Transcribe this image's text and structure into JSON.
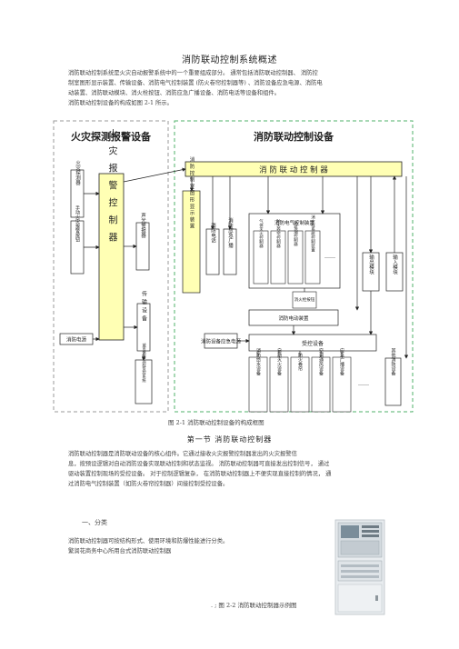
{
  "doc": {
    "title": "消防联动控制系统概述",
    "intro_lines": [
      "消防联动控制系统是火灾自动报警系统中的一个重要组成部分。    通常包括消防联动控制器、    消防控",
      "制室图形显示装置、传输设备、消防电气控制装置  (防火卷帘控制器等)         、消防设备应急电源、消防电",
      "动装置、消防联动模块、消火栓按钮、消防应急广播设备、消防电话等设备和组件。",
      "消防联动控制设备的构成如图      2-1  所示。"
    ],
    "figure1_caption": "图 2-1  消防联动控制设备的构成框图",
    "section_title": "第一节    消防联动控制器",
    "section_lines": [
      "消防联动控制器是消防联动设备的核心组件。它通过接收火灾报警控制器发出的火灾报警信",
      "息，按预设逻辑对自动消防设备实现联动控制和状态监视。        消防联动控制器可直接发出控制信号，        通过",
      "驱动装置控制现场的受控设备。      对于控制逻辑复杂，    在消防联动控制器上不便实现直接控制的情况，        通",
      "过消防电气控制装置（如防火卷帘控制器）间接控制受控设备。"
    ],
    "subsection_title": "一、分类",
    "class_lines": [
      "消防联动控制器可按结构形式、使用环境和防爆性能进行分类。",
      "繁润花商务中心所用台式消防联动控制器"
    ],
    "figure2_caption": ". ;  图  2-2  消防联动控制器示例图"
  },
  "diagram": {
    "left_group_title": "火灾探测报警设备",
    "right_group_title": "消防联动控制设备",
    "main_controller": "消 防 联 动 控 制 器",
    "detector": "火灾探测器",
    "manual_button": "手动火灾报警按钮",
    "fire_alarm_controller": "火灾报警控制器",
    "sound_light_alarm": "声光警报器",
    "fire_power": "消防电源",
    "transmission": "传输设备",
    "monitoring_system": "城市消防远程监控系统",
    "graphic_display": "消防控制室图形显示装置",
    "fire_phone": "消防电话",
    "broadcast": "消防应急广播",
    "elec_control_title": "消防电气控制装置",
    "elec_control_items": [
      "气体灭火控制器",
      "防火卷帘控制器",
      "防排烟控制器",
      "消火栓系统控制装置",
      "……"
    ],
    "output_module": "输出模块",
    "input_module": "输入模块",
    "hydrant_button": "消火栓按钮",
    "electric_device": "消防电动装置",
    "emergency_power": "消防设备应急电源",
    "device_group_title": "受控设备",
    "device_items": [
      "消防给水设备",
      "自动灭火设备",
      "防火卷帘",
      "空调通风设备",
      "应急广播设备",
      "……"
    ],
    "other_devices": "其他消防设备"
  },
  "colors": {
    "yellow_box": "#ffffb4",
    "dashed_gray": "#9a9a9a",
    "dashed_green": "#4fb06a"
  }
}
